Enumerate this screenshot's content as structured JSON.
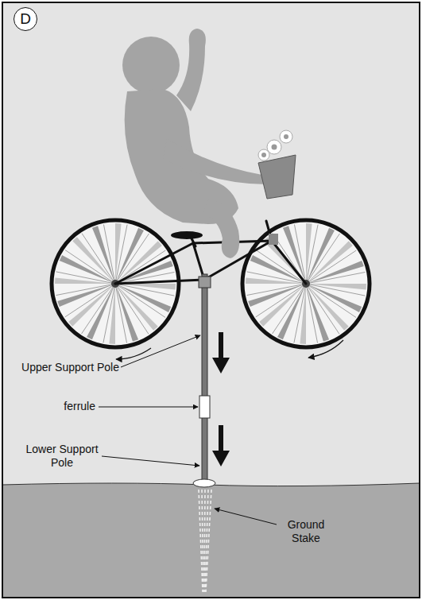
{
  "diagram": {
    "nodes": [
      {
        "text": [
          "D"
        ]
      }
    ],
    "labels": [
      "Upper Support Pole",
      "ferrule",
      "Lower Support Pole",
      "Ground Stake"
    ]
  }
}
